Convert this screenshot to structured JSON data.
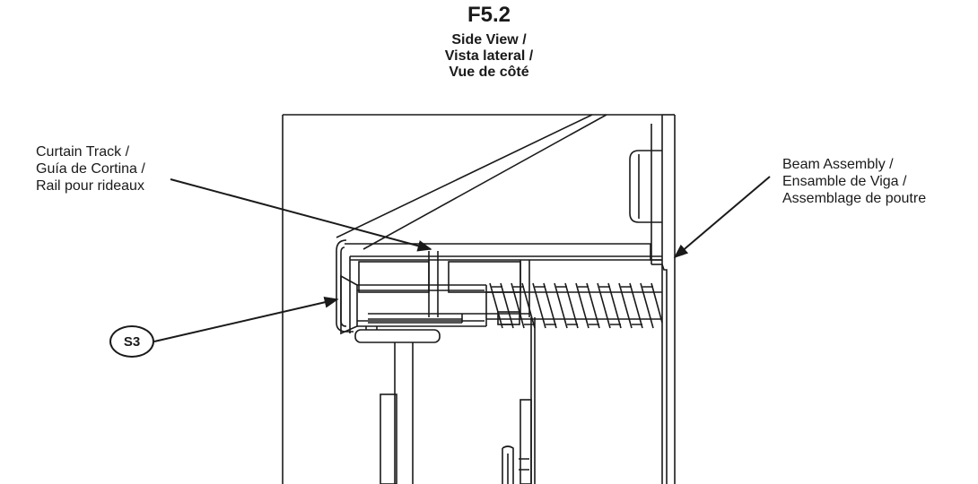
{
  "figure": {
    "id": "F5.2",
    "subtitle_lines": [
      "Side View /",
      "Vista lateral /",
      "Vue de côté"
    ]
  },
  "callouts": {
    "curtain_track": [
      "Curtain Track /",
      "Guía de Cortina /",
      "Rail pour rideaux"
    ],
    "beam_assembly": [
      "Beam Assembly  /",
      "Ensamble de Viga /",
      "Assemblage de poutre"
    ],
    "screw_ref": "S3"
  }
}
